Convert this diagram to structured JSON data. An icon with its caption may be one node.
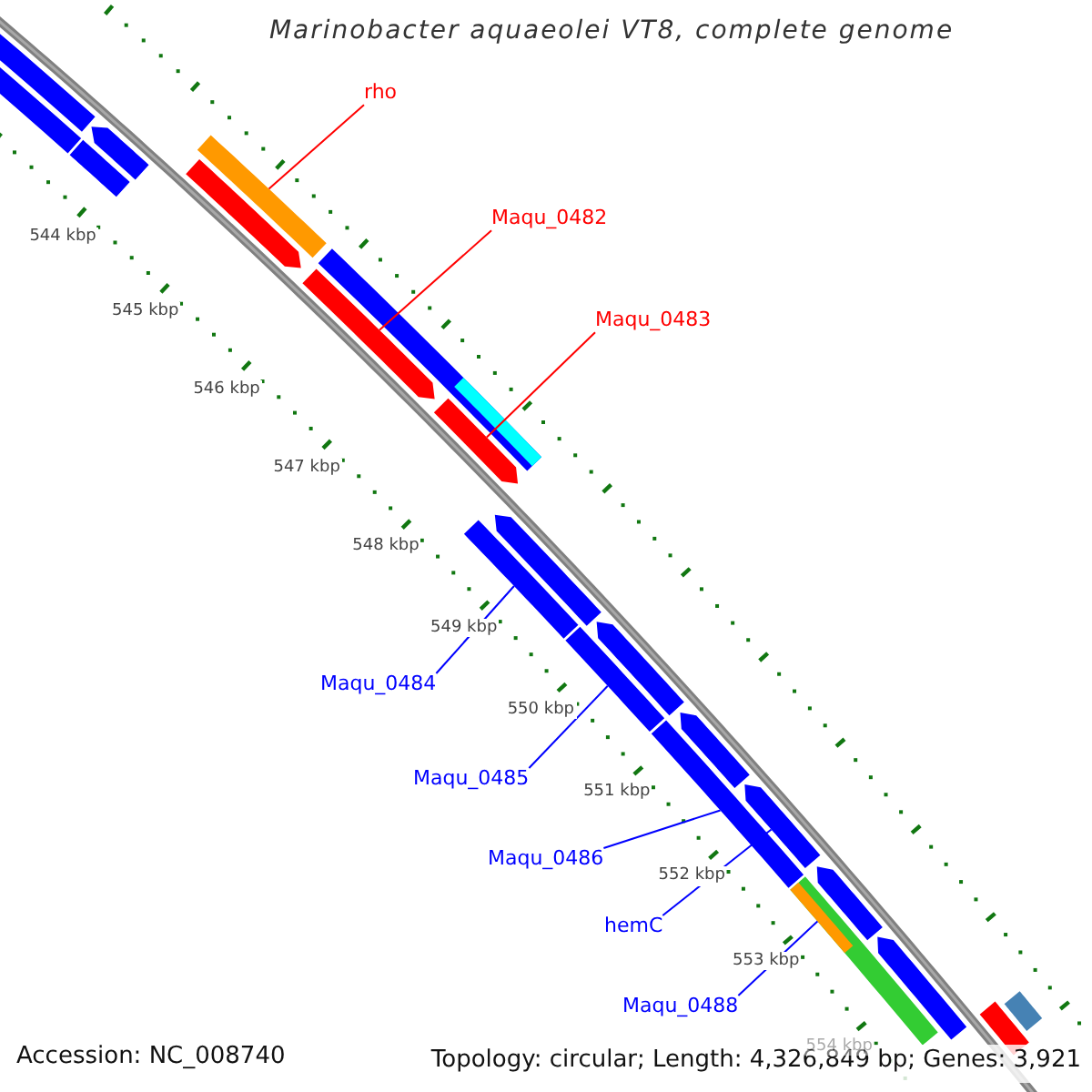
{
  "diagram": {
    "title": "Marinobacter aquaeolei VT8, complete genome",
    "nodes": [
      {
        "text": [
          "rho"
        ]
      },
      {
        "text": [
          "Maqu_0482"
        ]
      },
      {
        "text": [
          "Maqu_0483"
        ]
      },
      {
        "text": [
          "Maqu_0484"
        ]
      },
      {
        "text": [
          "Maqu_0485"
        ]
      },
      {
        "text": [
          "Maqu_0486"
        ]
      },
      {
        "text": [
          "hemC"
        ]
      },
      {
        "text": [
          "Maqu_0488"
        ]
      },
      {
        "text": [],
        "shape": "bar"
      },
      {
        "text": [],
        "shape": "bar"
      },
      {
        "text": [],
        "shape": "arrow"
      },
      {
        "text": [],
        "shape": "bar"
      },
      {
        "text": [],
        "shape": "bar"
      },
      {
        "text": [],
        "shape": "arrow"
      },
      {
        "text": [],
        "shape": "bar"
      },
      {
        "text": [],
        "shape": "arrow"
      },
      {
        "text": [],
        "shape": "bar",
        "in": 14
      },
      {
        "text": [],
        "shape": "arrow"
      },
      {
        "text": [],
        "shape": "bar"
      },
      {
        "text": [],
        "shape": "arrow"
      },
      {
        "text": [],
        "shape": "bar"
      },
      {
        "text": [],
        "shape": "arrow"
      },
      {
        "text": [],
        "shape": "bar"
      },
      {
        "text": [],
        "shape": "arrow"
      },
      {
        "text": [],
        "shape": "arrow"
      },
      {
        "text": [],
        "shape": "bar"
      },
      {
        "text": [],
        "shape": "bar",
        "in": 25
      },
      {
        "text": [],
        "shape": "arrow"
      },
      {
        "text": [],
        "shape": "arrow"
      },
      {
        "text": [],
        "shape": "bar"
      },
      {
        "text": [],
        "shape": "bar"
      }
    ],
    "edges": [
      {
        "from": 0,
        "to": 12,
        "arrow": "none",
        "color": "#ff0000"
      },
      {
        "from": 1,
        "to": 15,
        "arrow": "none",
        "color": "#ff0000"
      },
      {
        "from": 2,
        "to": 17,
        "arrow": "none",
        "color": "#ff0000"
      },
      {
        "from": 3,
        "to": 18,
        "arrow": "none"
      },
      {
        "from": 4,
        "to": 20,
        "arrow": "none"
      },
      {
        "from": 5,
        "to": 22,
        "arrow": "none"
      },
      {
        "from": 6,
        "to": 24,
        "arrow": "none"
      },
      {
        "from": 7,
        "to": 26,
        "arrow": "none"
      }
    ],
    "labels": [
      "544 kbp",
      "545 kbp",
      "546 kbp",
      "547 kbp",
      "548 kbp",
      "549 kbp",
      "550 kbp",
      "551 kbp",
      "552 kbp",
      "553 kbp",
      "554 kbp",
      "Accession: NC_008740",
      "Topology: circular; Length: 4,326,849 bp; Genes: 3,921"
    ]
  }
}
